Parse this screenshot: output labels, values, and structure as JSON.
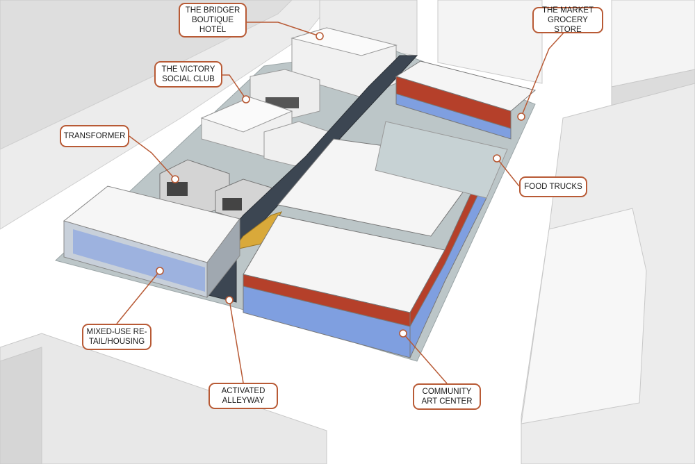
{
  "callouts": [
    {
      "id": "bridger",
      "text": "THE BRIDGER\nBOUTIQUE\nHOTEL"
    },
    {
      "id": "market",
      "text": "THE MARKET\nGROCERY STORE"
    },
    {
      "id": "victory",
      "text": "THE VICTORY\nSOCIAL CLUB"
    },
    {
      "id": "transformer",
      "text": "TRANSFORMER"
    },
    {
      "id": "food_trucks",
      "text": "FOOD TRUCKS"
    },
    {
      "id": "mixed_use",
      "text": "MIXED-USE RE-\nTAIL/HOUSING"
    },
    {
      "id": "alleyway",
      "text": "ACTIVATED\nALLEYWAY"
    },
    {
      "id": "art_center",
      "text": "COMMUNITY\nART CENTER"
    }
  ],
  "colors": {
    "accent": "#b85a35",
    "building_brick": "#b5402a",
    "glass": "#7f9fe0",
    "ground": "#bcc6c8",
    "context": "#e3e3e3"
  }
}
